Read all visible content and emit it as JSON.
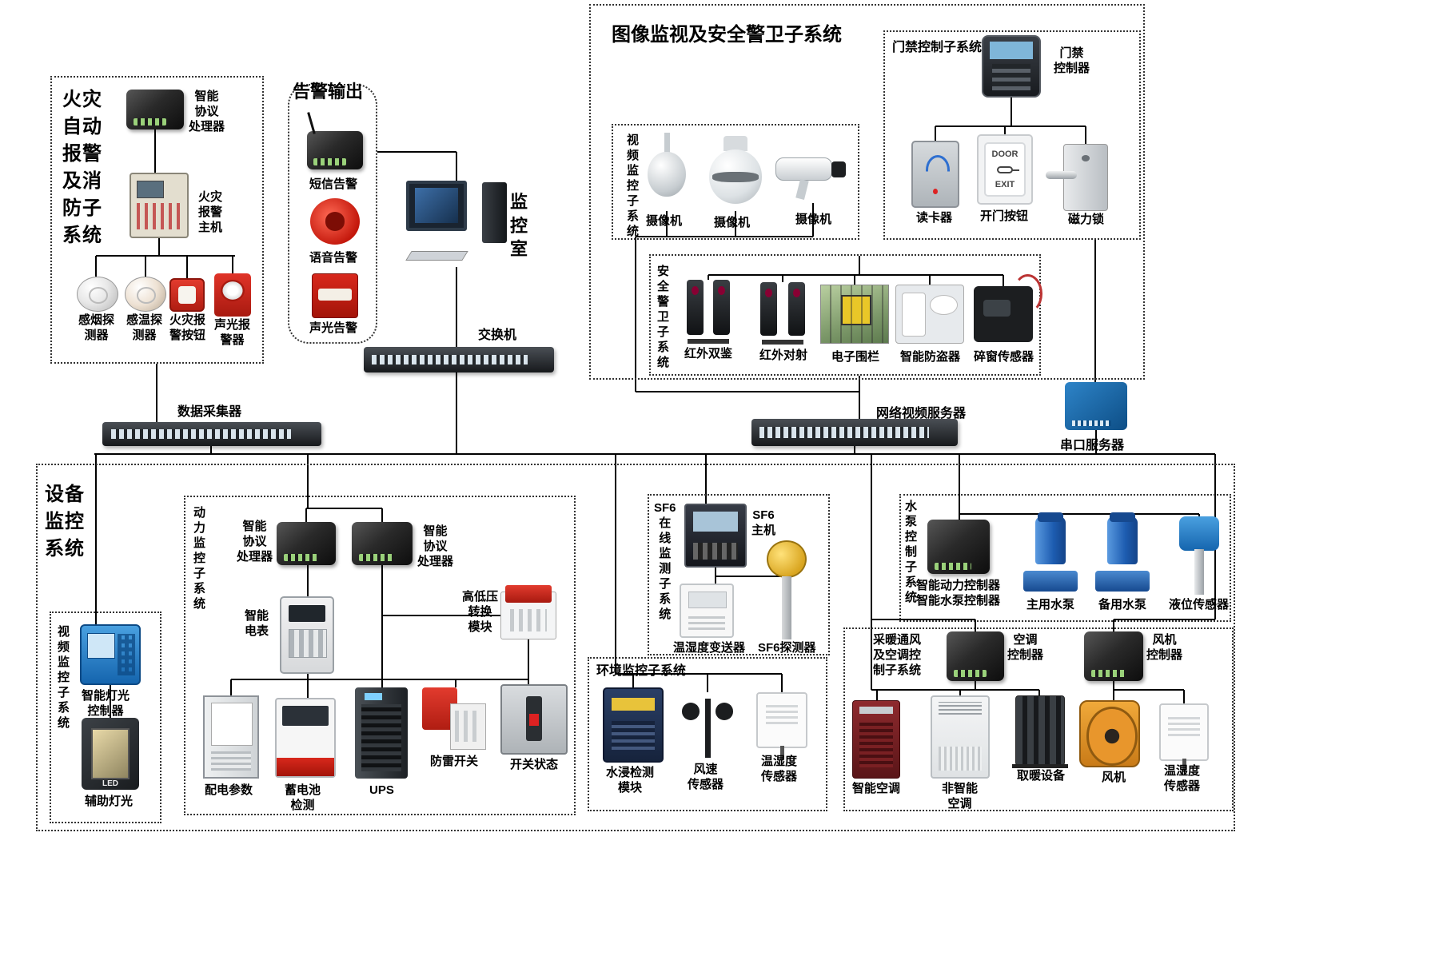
{
  "fire": {
    "title": "火灾\n自动\n报警\n及消\n防子\n系统",
    "processor": "智能\n协议\n处理器",
    "host": "火灾\n报警\n主机",
    "smoke": "感烟探\n测器",
    "temp": "感温探\n测器",
    "button": "火灾报\n警按钮",
    "sounder": "声光报\n警器"
  },
  "alarm_out": {
    "title": "告警输出",
    "sms": "短信告警",
    "voice": "语音告警",
    "sound_light": "声光告警"
  },
  "core": {
    "monitor_room": "监\n控\n室",
    "switch": "交换机",
    "data_collector": "数据采集器",
    "nvs": "网络视频服务器",
    "serial_server": "串口服务器"
  },
  "image_sys": {
    "title": "图像监视及安全警卫子系统",
    "video_label": "视\n频\n监\n控\n子\n系\n统",
    "cam1": "摄像机",
    "cam2": "摄像机",
    "cam3": "摄像机",
    "access_title": "门禁控制子系统",
    "access_ctrl": "门禁\n控制器",
    "reader": "读卡器",
    "door_btn": "开门按钮",
    "door_text_top": "DOOR",
    "door_text_bottom": "EXIT",
    "mag_lock": "磁力锁",
    "guard_label": "安\n全\n警\n卫\n子\n系\n统",
    "ir_double": "红外双鉴",
    "ir_beam": "红外对射",
    "fence": "电子围栏",
    "burglar": "智能防盗器",
    "window_sensor": "碎窗传感器"
  },
  "device_sys": {
    "title": "设备\n监控\n系统",
    "video_label": "视\n频\n监\n控\n子\n系\n统",
    "light_ctrl": "智能灯光\n控制器",
    "led_text": "LED",
    "aux_light": "辅助灯光",
    "power_label": "动\n力\n监\n控\n子\n系\n统",
    "proc_left": "智能\n协议\n处理器",
    "proc_right": "智能\n协议\n处理器",
    "meter": "智能\n电表",
    "hv_module": "高低压\n转换\n模块",
    "dist_params": "配电参数",
    "battery": "蓄电池\n检测",
    "ups": "UPS",
    "spd": "防雷开关",
    "switch_state": "开关状态",
    "sf6_label": "SF6\n在\n线\n监\n测\n子\n系\n统",
    "sf6_host": "SF6\n主机",
    "th_transmitter": "温湿度变送器",
    "sf6_detector": "SF6探测器",
    "env_title": "环境监控子系统",
    "water_module": "水浸检测\n模块",
    "wind_sensor": "风速\n传感器",
    "th_sensor": "温湿度\n传感器",
    "pump_label": "水\n泵\n控\n制\n子\n系\n统",
    "pump_ctrl": "智能动力控制器\n智能水泵控制器",
    "main_pump": "主用水泵",
    "backup_pump": "备用水泵",
    "level_sensor": "液位传感器",
    "hvac_label": "采暖通风\n及空调控\n制子系统",
    "ac_ctrl": "空调\n控制器",
    "fan_ctrl": "风机\n控制器",
    "smart_ac": "智能空调",
    "nonsmart_ac": "非智能\n空调",
    "heater": "取暖设备",
    "fan": "风机",
    "th_sensor2": "温湿度\n传感器"
  }
}
